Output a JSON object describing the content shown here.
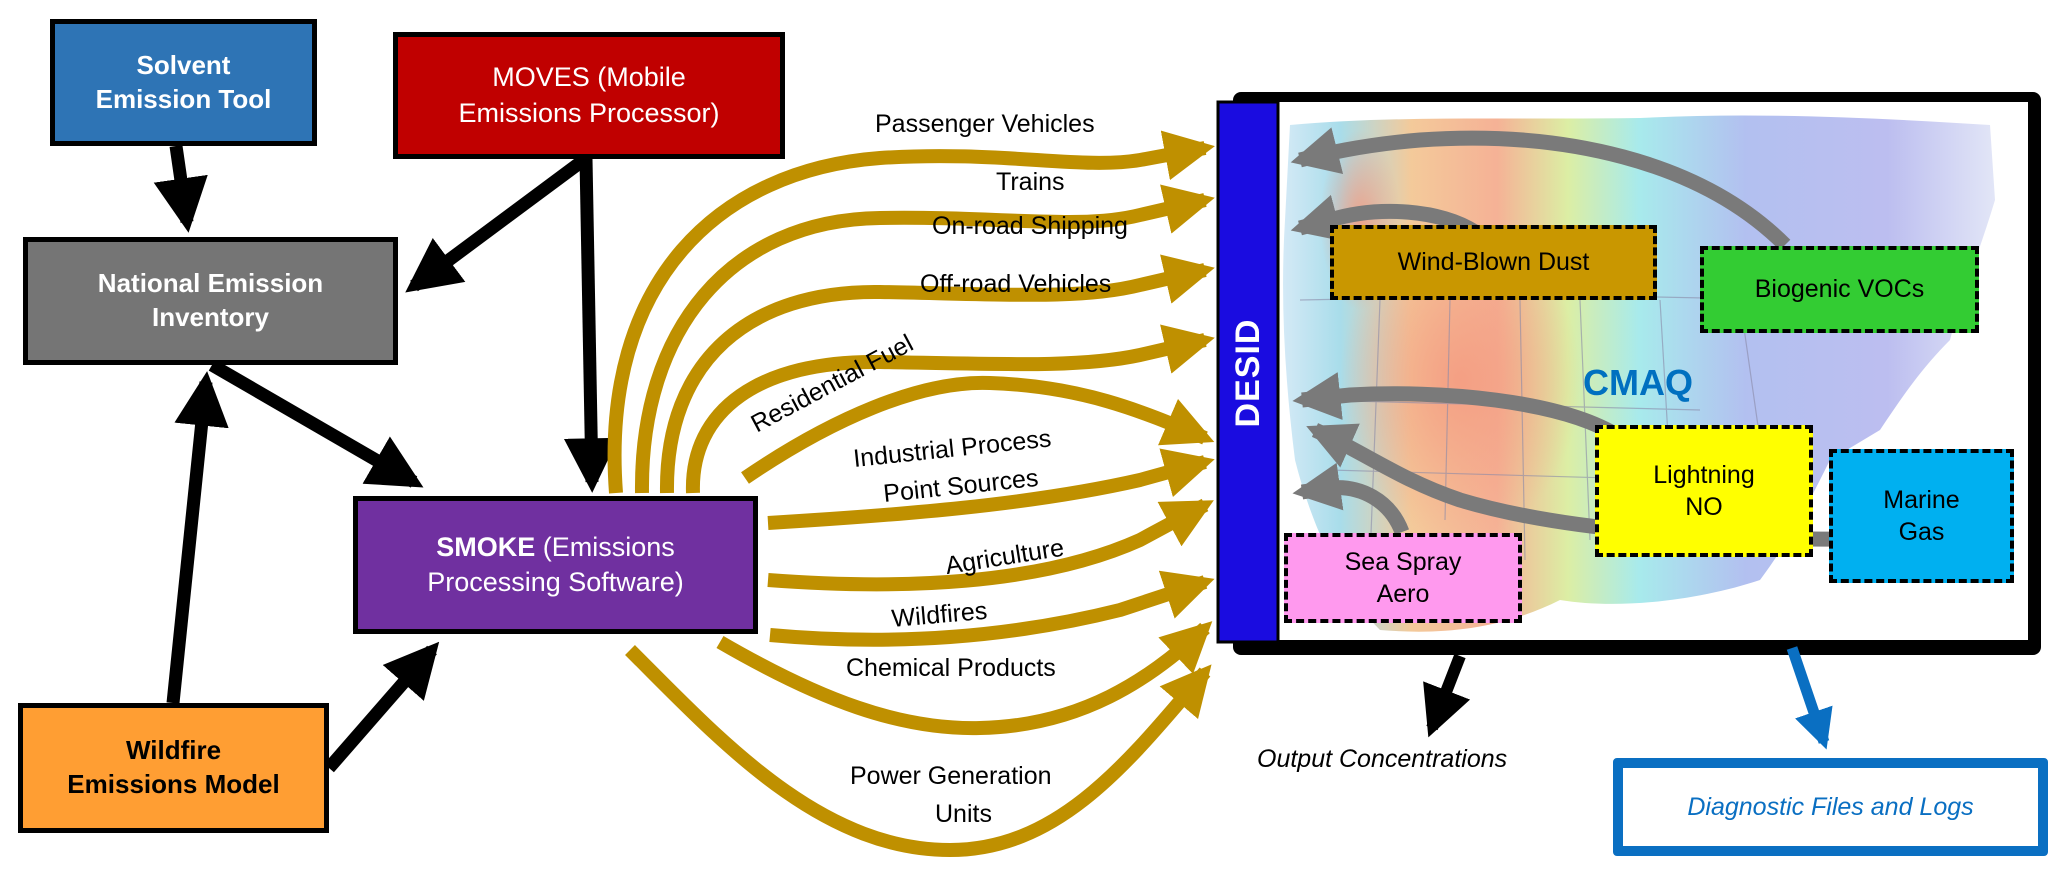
{
  "title": "CMAQ emissions processing workflow with DESID",
  "colors": {
    "solvent": "#2e74b5",
    "moves": "#c00000",
    "national": "#757575",
    "wildfire": "#ff9e33",
    "smoke": "#7030a0",
    "gold_arrow": "#bf9000",
    "desid": "#1a0ce0",
    "gray_arrow": "#7a7a7a",
    "dust": "#c99700",
    "biogenic": "#33cc33",
    "lightning": "#ffff00",
    "marine": "#00b0f0",
    "seaspray": "#ff99ee",
    "cmaq_text": "#0070c0",
    "diagnostic": "#0a6fc2"
  },
  "boxes": {
    "solvent": {
      "line1": "Solvent",
      "line2": "Emission Tool"
    },
    "moves": {
      "line1": "MOVES (Mobile",
      "line2": "Emissions Processor)"
    },
    "national": {
      "line1": "National Emission",
      "line2": "Inventory"
    },
    "smoke": {
      "bold": "SMOKE",
      "rest1": " (Emissions",
      "line2": "Processing Software)"
    },
    "wildfire": {
      "line1": "Wildfire",
      "line2": "Emissions Model"
    }
  },
  "sectors": [
    {
      "label": "Passenger Vehicles"
    },
    {
      "label": "Trains"
    },
    {
      "label": "On-road Shipping"
    },
    {
      "label": "Off-road Vehicles"
    },
    {
      "label": "Residential Fuel"
    },
    {
      "label": "Industrial Process",
      "label2": "Point Sources"
    },
    {
      "label": "Agriculture"
    },
    {
      "label": "Wildfires"
    },
    {
      "label": "Chemical Products"
    },
    {
      "label": "Power Generation",
      "label2": "Units"
    }
  ],
  "model": {
    "desid_label": "DESID",
    "cmaq_label": "CMAQ",
    "online_sources": [
      {
        "line1": "Wind-Blown Dust"
      },
      {
        "line1": "Biogenic VOCs"
      },
      {
        "line1": "Lightning",
        "line2": "NO"
      },
      {
        "line1": "Marine",
        "line2": "Gas"
      },
      {
        "line1": "Sea Spray",
        "line2": "Aero"
      }
    ]
  },
  "outputs": {
    "concentrations": "Output Concentrations",
    "diagnostics": "Diagnostic Files and Logs"
  }
}
